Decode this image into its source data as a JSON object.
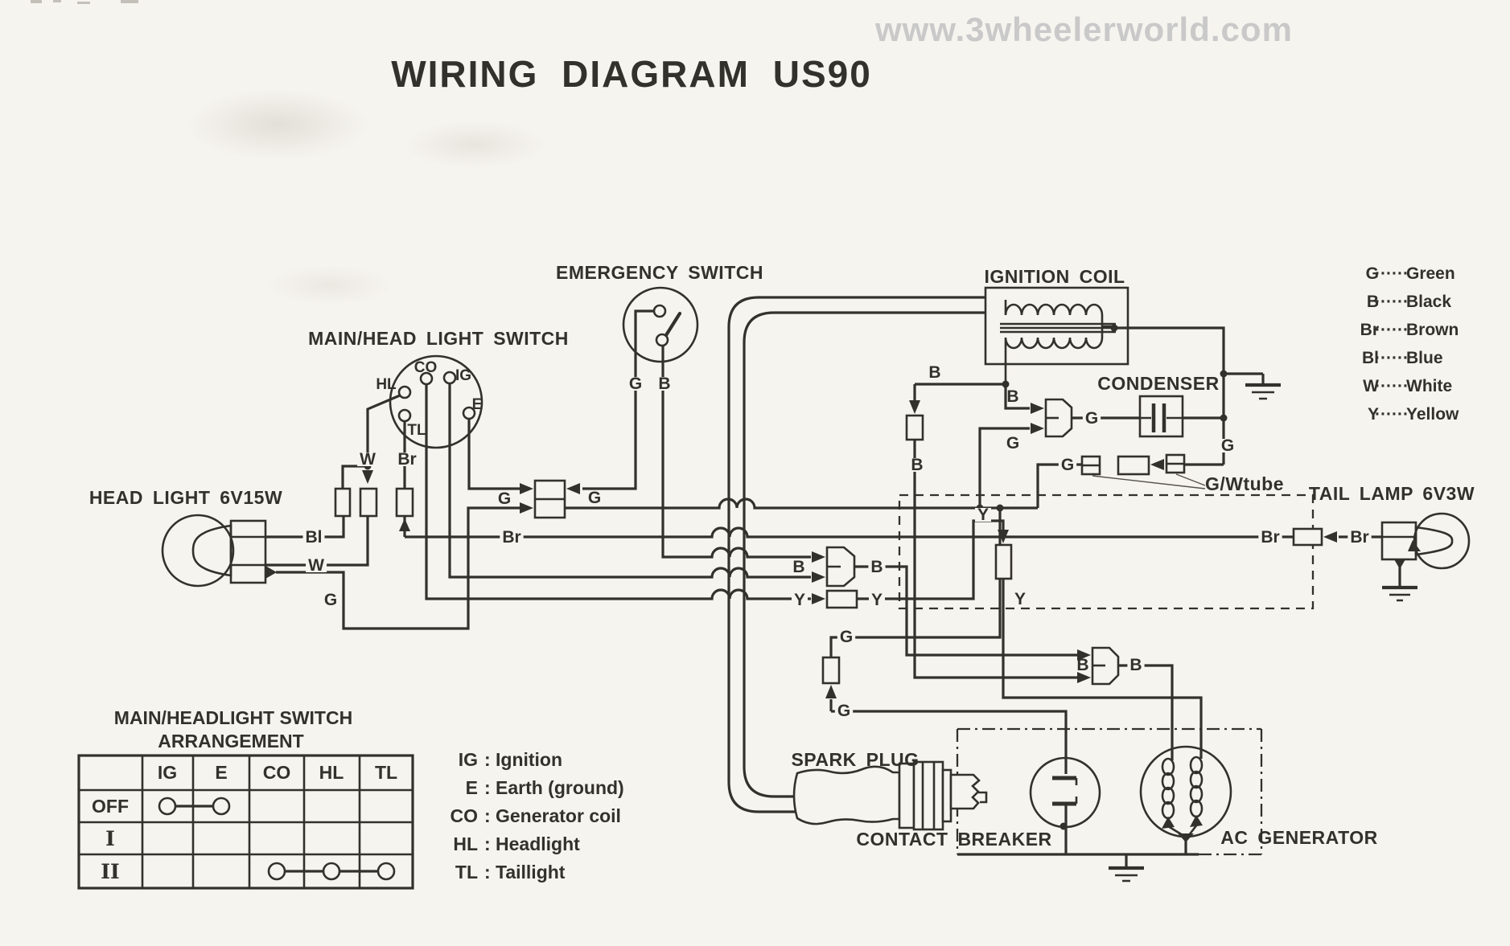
{
  "watermark": "www.3wheelerworld.com",
  "title": "WIRING DIAGRAM US90",
  "components": {
    "emergency_switch": "EMERGENCY SWITCH",
    "main_switch": "MAIN/HEAD LIGHT SWITCH",
    "ignition_coil": "IGNITION COIL",
    "condenser": "CONDENSER",
    "headlight": "HEAD LIGHT 6V15W",
    "tail_lamp": "TAIL LAMP 6V3W",
    "g_w_tube": "G/Wtube",
    "spark_plug": "SPARK PLUG",
    "contact_breaker": "CONTACT BREAKER",
    "ac_generator": "AC GENERATOR"
  },
  "switch_terminals": {
    "hl": "HL",
    "tl": "TL",
    "co": "CO",
    "ig": "IG",
    "e": "E"
  },
  "wire_color_legend": {
    "dots": "······",
    "items": [
      {
        "code": "G",
        "name": "Green"
      },
      {
        "code": "B",
        "name": "Black"
      },
      {
        "code": "Br",
        "name": "Brown"
      },
      {
        "code": "Bl",
        "name": "Blue"
      },
      {
        "code": "W",
        "name": "White"
      },
      {
        "code": "Y",
        "name": "Yellow"
      }
    ]
  },
  "switch_table": {
    "title_line1": "MAIN/HEADLIGHT SWITCH",
    "title_line2": "ARRANGEMENT",
    "columns": [
      "IG",
      "E",
      "CO",
      "HL",
      "TL"
    ],
    "rows": [
      "OFF",
      "I",
      "II"
    ],
    "connections": [
      {
        "row": "OFF",
        "terminals": [
          "IG",
          "E"
        ]
      },
      {
        "row": "II",
        "terminals": [
          "CO",
          "HL",
          "TL"
        ]
      }
    ]
  },
  "abbrev_legend": {
    "colon": ":",
    "items": [
      {
        "abbr": "IG",
        "name": "Ignition"
      },
      {
        "abbr": "E",
        "name": "Earth (ground)"
      },
      {
        "abbr": "CO",
        "name": "Generator coil"
      },
      {
        "abbr": "HL",
        "name": "Headlight"
      },
      {
        "abbr": "TL",
        "name": "Taillight"
      }
    ]
  },
  "wire_labels": {
    "sw_w": "W",
    "sw_br": "Br",
    "hl_bl": "Bl",
    "hl_w": "W",
    "hl_g": "G",
    "box_in_g": "G",
    "box_out_g": "G",
    "br_run": "Br",
    "em_g": "G",
    "em_b": "B",
    "f1_in_b": "B",
    "f1_out_b": "B",
    "y_in": "Y",
    "y_out": "Y",
    "coil_b": "B",
    "chain_b": "B",
    "cf_b": "B",
    "cf_g": "G",
    "cf_out_g": "G",
    "bus_g": "G",
    "chain_g": "G",
    "gc_top_g": "G",
    "gc_bot_g": "G",
    "f2_b": "B",
    "f2_out_b": "B",
    "y_top": "Y",
    "y_bot": "Y",
    "tail_br_l": "Br",
    "tail_br_r": "Br"
  }
}
